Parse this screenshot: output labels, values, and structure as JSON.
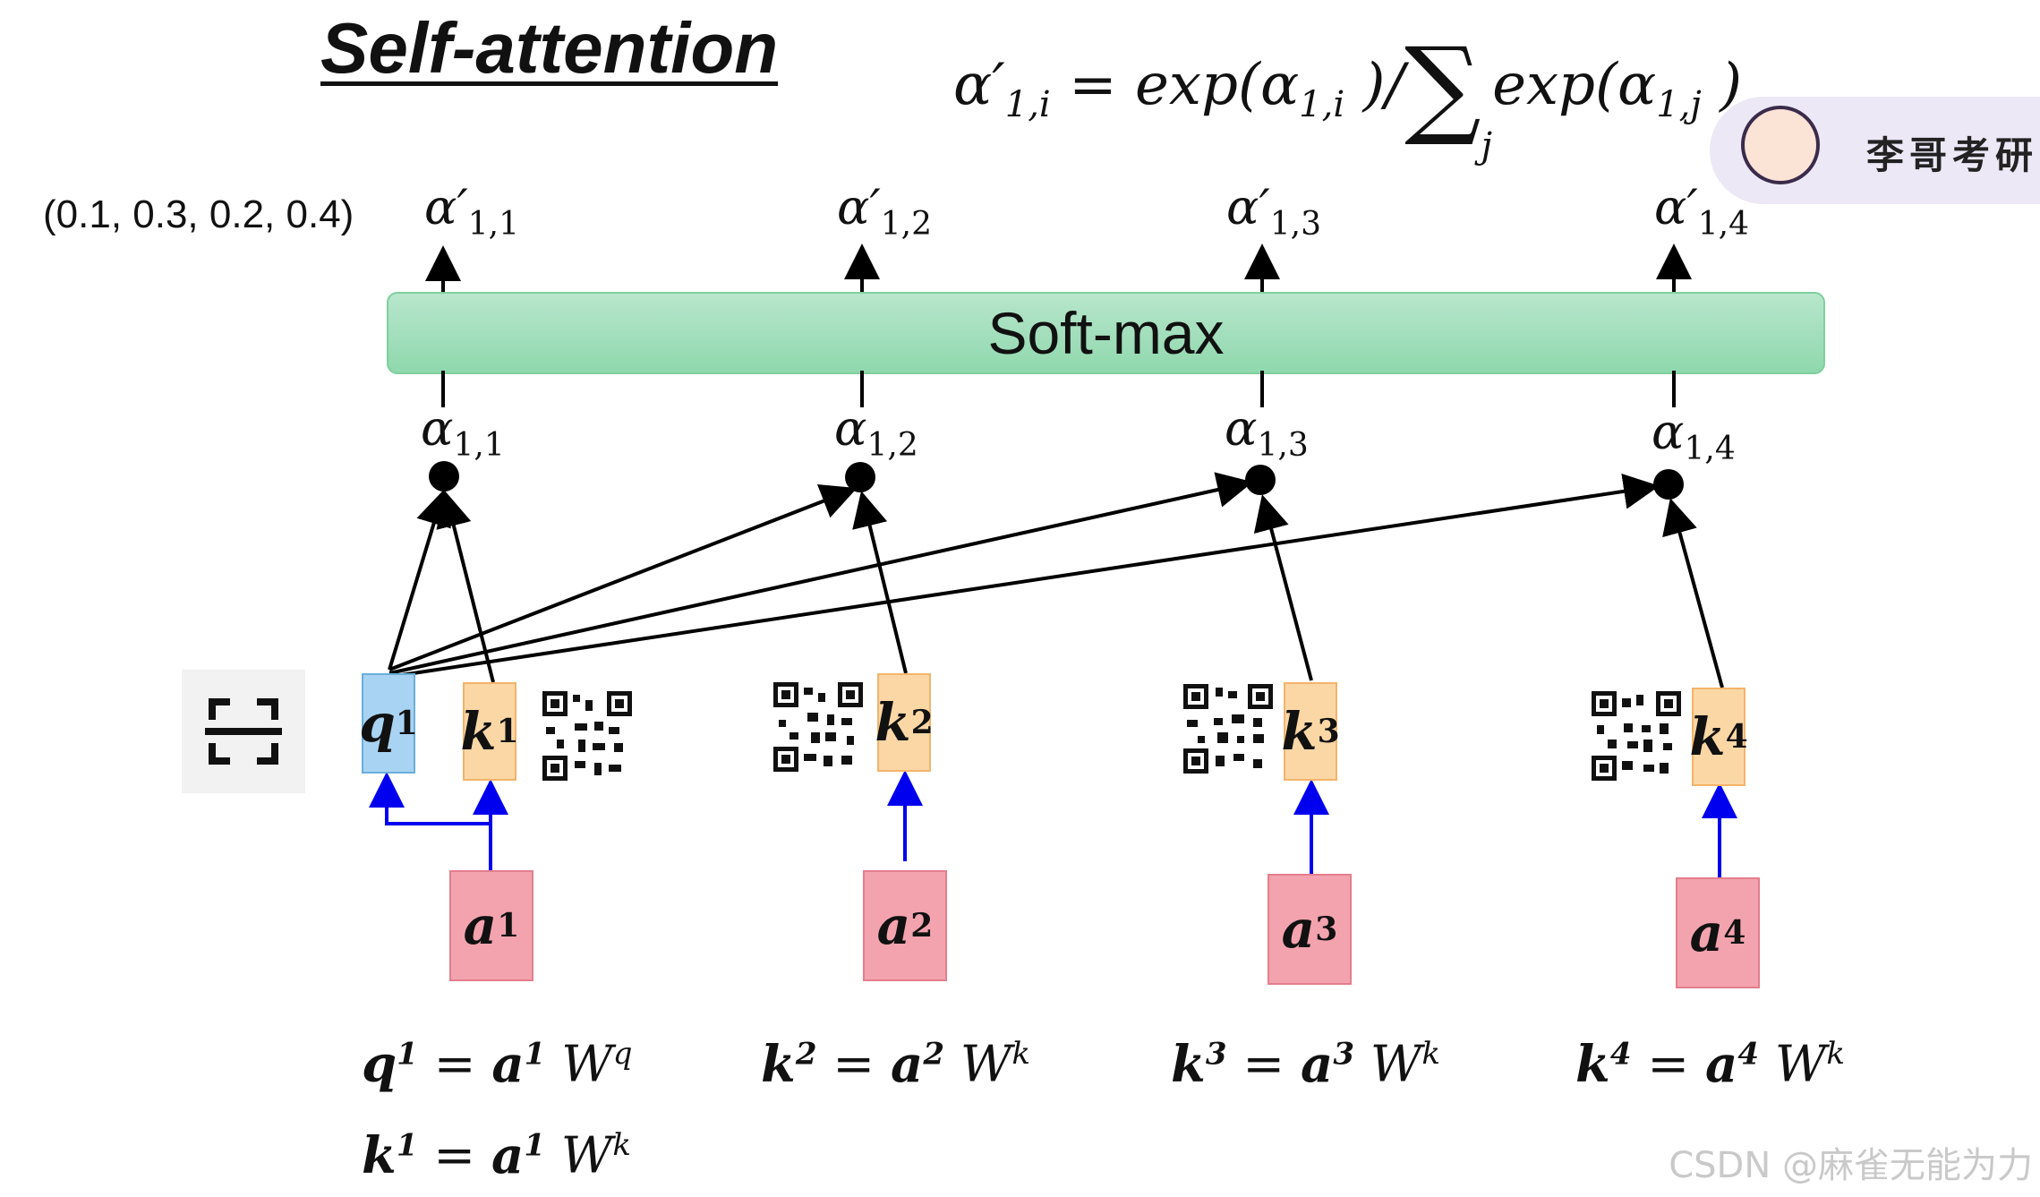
{
  "title": "Self-attention",
  "formula": {
    "lhs": "α′",
    "lhs_sub": "1,i",
    "eq": " = exp(α",
    "mid_sub": "1,i",
    "mid": " )/",
    "sigma": "∑",
    "sigma_sub": "j",
    "rhs": "exp(α",
    "rhs_sub": "1,j",
    "close": " )"
  },
  "example_values": "(0.1, 0.3, 0.2, 0.4)",
  "softmax_label": "Soft-max",
  "outputs": [
    {
      "sym": "α′",
      "sub": "1,1"
    },
    {
      "sym": "α′",
      "sub": "1,2"
    },
    {
      "sym": "α′",
      "sub": "1,3"
    },
    {
      "sym": "α′",
      "sub": "1,4"
    }
  ],
  "scores": [
    {
      "sym": "α",
      "sub": "1,1"
    },
    {
      "sym": "α",
      "sub": "1,2"
    },
    {
      "sym": "α",
      "sub": "1,3"
    },
    {
      "sym": "α",
      "sub": "1,4"
    }
  ],
  "query": {
    "sym": "q",
    "sup": "1"
  },
  "keys": [
    {
      "sym": "k",
      "sup": "1"
    },
    {
      "sym": "k",
      "sup": "2"
    },
    {
      "sym": "k",
      "sup": "3"
    },
    {
      "sym": "k",
      "sup": "4"
    }
  ],
  "inputs": [
    {
      "sym": "a",
      "sup": "1"
    },
    {
      "sym": "a",
      "sup": "2"
    },
    {
      "sym": "a",
      "sup": "3"
    },
    {
      "sym": "a",
      "sup": "4"
    }
  ],
  "equations": [
    {
      "lhs": "q",
      "lhs_sup": "1",
      "eq": " = ",
      "a": "a",
      "a_sup": "1",
      "w": " W",
      "w_sup": "q"
    },
    {
      "lhs": "k",
      "lhs_sup": "2",
      "eq": " = ",
      "a": "a",
      "a_sup": "2",
      "w": " W",
      "w_sup": "k"
    },
    {
      "lhs": "k",
      "lhs_sup": "3",
      "eq": " = ",
      "a": "a",
      "a_sup": "3",
      "w": " W",
      "w_sup": "k"
    },
    {
      "lhs": "k",
      "lhs_sup": "4",
      "eq": " = ",
      "a": "a",
      "a_sup": "4",
      "w": " W",
      "w_sup": "k"
    },
    {
      "lhs": "k",
      "lhs_sup": "1",
      "eq": " = ",
      "a": "a",
      "a_sup": "1",
      "w": " W",
      "w_sup": "k"
    }
  ],
  "brand": "李哥考研",
  "watermark": "CSDN @麻雀无能为力",
  "colors": {
    "arrow_black": "#000000",
    "arrow_blue": "#0000ee",
    "softmax": "#9adcb6",
    "q_box": "#a9d3f2",
    "k_box": "#fbd7a6",
    "a_box": "#f3a3ae"
  }
}
